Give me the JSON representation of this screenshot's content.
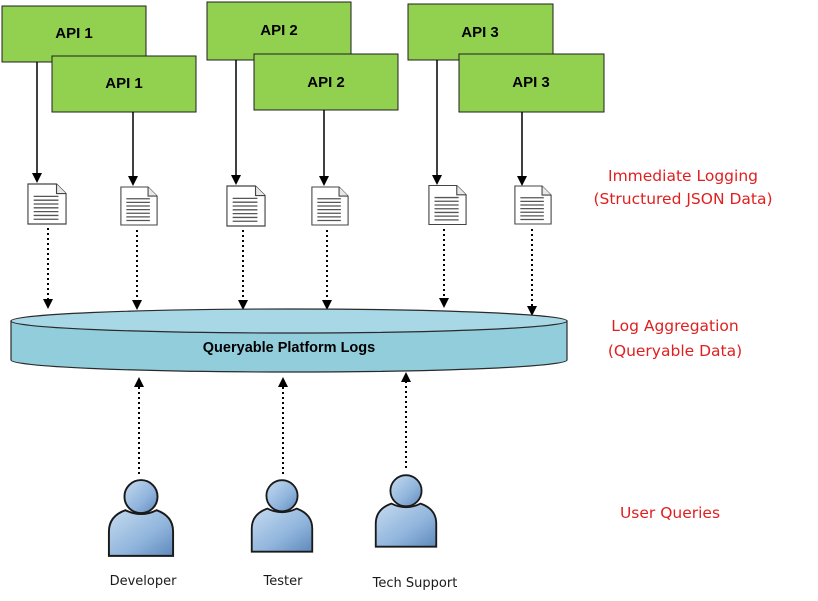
{
  "diagram": {
    "api_boxes": [
      {
        "label": "API 1"
      },
      {
        "label": "API 1"
      },
      {
        "label": "API 2"
      },
      {
        "label": "API 2"
      },
      {
        "label": "API 3"
      },
      {
        "label": "API 3"
      }
    ],
    "log_store": {
      "label": "Queryable Platform Logs"
    },
    "side_labels": {
      "logging_line1": "Immediate Logging",
      "logging_line2": "(Structured JSON Data)",
      "aggregation_line1": "Log Aggregation",
      "aggregation_line2": "(Queryable Data)",
      "queries": "User Queries"
    },
    "users": [
      {
        "label": "Developer"
      },
      {
        "label": "Tester"
      },
      {
        "label": "Tech Support"
      }
    ],
    "colors": {
      "api_box_fill": "#92d050",
      "log_store_fill": "#92cddc",
      "side_label_color": "#e02020",
      "user_fill": "#8fb4dc"
    },
    "icons": {
      "log_file": "document-icon",
      "user": "user-silhouette-icon"
    }
  }
}
